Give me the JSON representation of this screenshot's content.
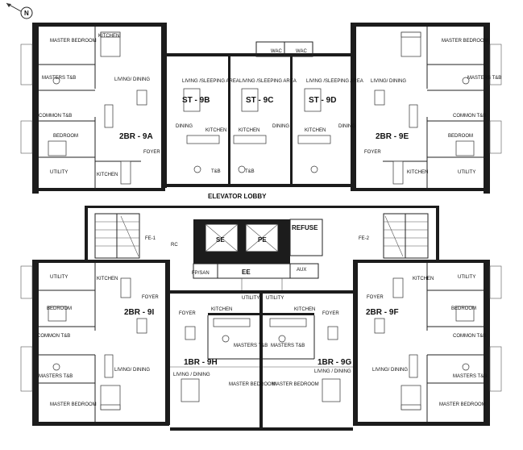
{
  "north_label": "N",
  "units": {
    "9A": "2BR - 9A",
    "9B": "ST - 9B",
    "9C": "ST - 9C",
    "9D": "ST - 9D",
    "9E": "2BR - 9E",
    "9I": "2BR - 9I",
    "9H": "1BR - 9H",
    "9G": "1BR - 9G",
    "9F": "2BR - 9F"
  },
  "rooms": {
    "master_bedroom": "MASTER BEDROOM",
    "masters_tb": "MASTERS T&B",
    "common_tb": "COMMON T&B",
    "bedroom": "BEDROOM",
    "utility": "UTILITY",
    "kitchen": "KITCHEN",
    "living_dining": "LIVING/ DINING",
    "living_dining_alt": "LIVING / DINING",
    "living_sleeping": "LIVING /SLEEPING AREA",
    "foyer": "FOYER",
    "dining": "DINING",
    "tb": "T&B",
    "wac": "WAC"
  },
  "core": {
    "elevator_lobby": "ELEVATOR LOBBY",
    "refuse": "REFUSE",
    "se": "SE",
    "pe": "PE",
    "fe1": "FE-1",
    "fe2": "FE-2",
    "fp_san": "FP/SAN",
    "ee": "EE",
    "aux": "AUX",
    "rc": "RC"
  }
}
